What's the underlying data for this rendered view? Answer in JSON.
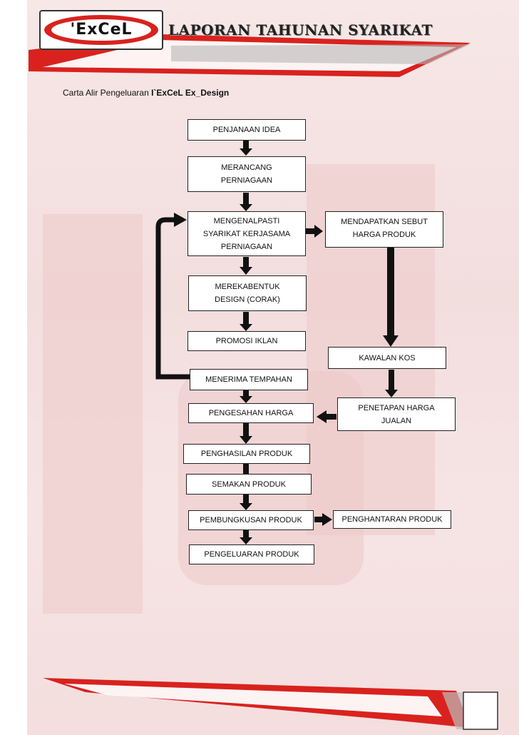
{
  "header": {
    "logo_text": "'ExCeL",
    "title": "LAPORAN TAHUNAN SYARIKAT"
  },
  "caption": {
    "prefix": "Carta Alir Pengeluaran ",
    "company": "I`ExCeL Ex_Design"
  },
  "flowchart": {
    "steps": [
      {
        "id": "penjanaan",
        "lines": [
          "PENJANAAN IDEA"
        ]
      },
      {
        "id": "merancang",
        "lines": [
          "MERANCANG",
          "PERNIAGAAN"
        ]
      },
      {
        "id": "mengenalpasti",
        "lines": [
          "MENGENALPASTI",
          "SYARIKAT KERJASAMA",
          "PERNIAGAAN"
        ]
      },
      {
        "id": "mendapatkan",
        "lines": [
          "MENDAPATKAN SEBUT",
          "HARGA PRODUK"
        ]
      },
      {
        "id": "merekabentuk",
        "lines": [
          "MEREKABENTUK",
          "DESIGN (CORAK)"
        ]
      },
      {
        "id": "promosi",
        "lines": [
          "PROMOSI IKLAN"
        ]
      },
      {
        "id": "kawalan",
        "lines": [
          "KAWALAN KOS"
        ]
      },
      {
        "id": "menerima",
        "lines": [
          "MENERIMA TEMPAHAN"
        ]
      },
      {
        "id": "pengesahan",
        "lines": [
          "PENGESAHAN HARGA"
        ]
      },
      {
        "id": "penetapan",
        "lines": [
          "PENETAPAN HARGA",
          "JUALAN"
        ]
      },
      {
        "id": "penghasilan",
        "lines": [
          "PENGHASILAN PRODUK"
        ]
      },
      {
        "id": "semakan",
        "lines": [
          "SEMAKAN PRODUK"
        ]
      },
      {
        "id": "pembungkusan",
        "lines": [
          "PEMBUNGKUSAN PRODUK"
        ]
      },
      {
        "id": "penghantaran",
        "lines": [
          "PENGHANTARAN PRODUK"
        ]
      },
      {
        "id": "pengeluaran",
        "lines": [
          "PENGELUARAN PRODUK"
        ]
      }
    ]
  },
  "colors": {
    "accent_red": "#d9221e",
    "background_tint": "#f4dede",
    "arrow": "#111111"
  }
}
